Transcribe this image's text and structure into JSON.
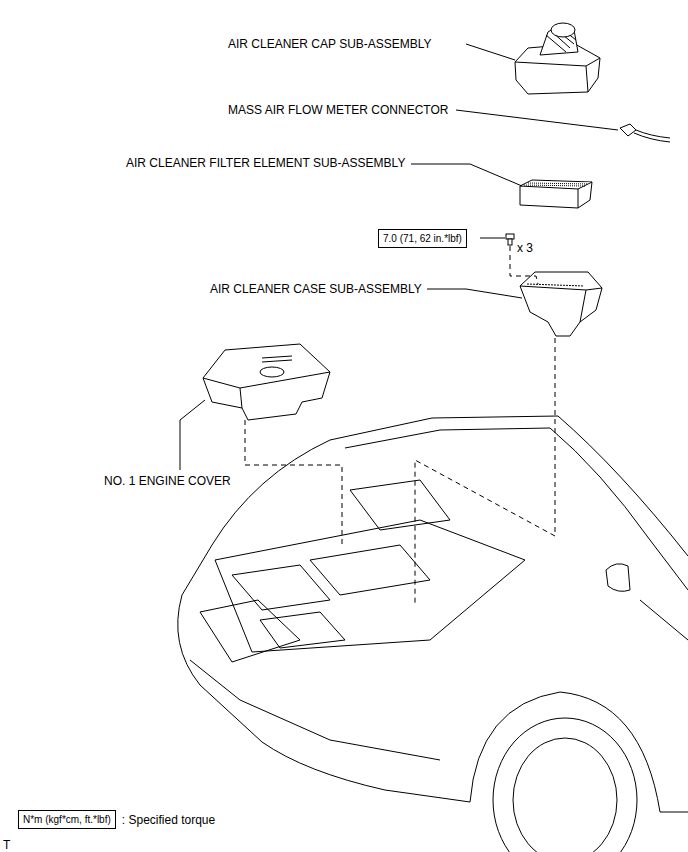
{
  "diagram": {
    "nodes": [
      {
        "text": [
          "7.0 (71, 62 in.*lbf)"
        ]
      },
      {
        "text": [
          "N*m (kgf*cm, ft.*lbf)"
        ]
      }
    ],
    "labels": [
      "AIR CLEANER CAP SUB-ASSEMBLY",
      "MASS AIR FLOW METER CONNECTOR",
      "AIR CLEANER FILTER ELEMENT SUB-ASSEMBLY",
      "x 3",
      "AIR CLEANER CASE SUB-ASSEMBLY",
      "NO. 1 ENGINE COVER",
      "T"
    ],
    "legend": [
      {
        "text": ": Specified torque"
      }
    ]
  }
}
